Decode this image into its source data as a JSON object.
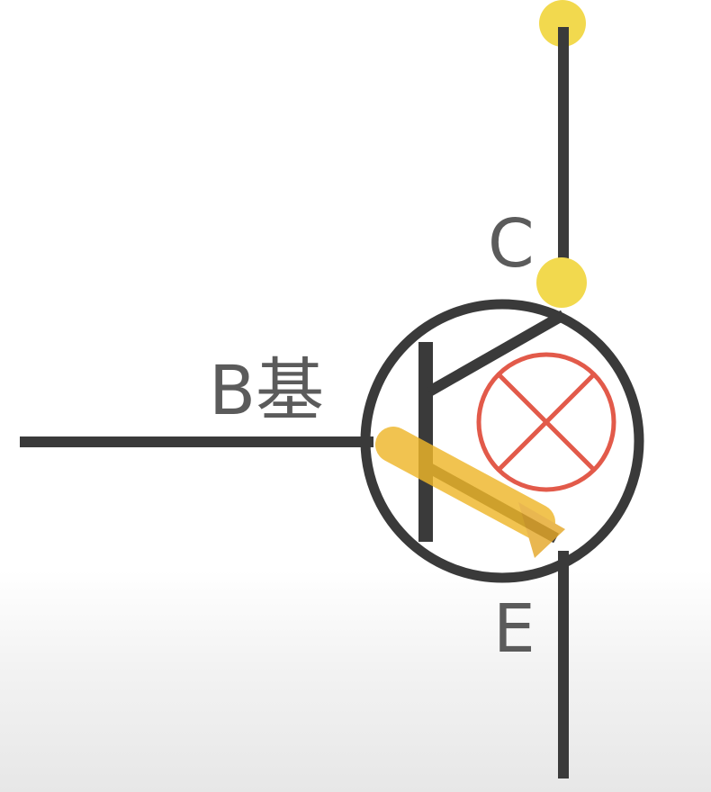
{
  "diagram": {
    "labels": {
      "collector": "C",
      "base": "B基",
      "emitter": "E"
    }
  },
  "colors": {
    "wire": "#3a3a3a",
    "node": "#f2d94e",
    "highlight": "#efb72a",
    "lamp": "#e25a4a",
    "label": "#5b5b5b"
  }
}
